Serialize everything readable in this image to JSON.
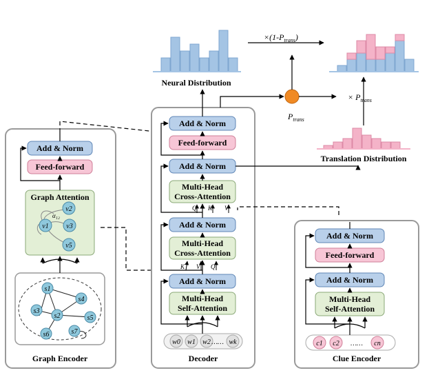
{
  "graph_encoder": {
    "title": "Graph Encoder",
    "add_norm": "Add & Norm",
    "feed_forward": "Feed-forward",
    "graph_attention": "Graph Attention",
    "att_nodes": [
      "v1",
      "v2",
      "v3",
      "v5"
    ],
    "att_edge_label": "α₁₂",
    "graph_nodes": [
      "s1",
      "s2",
      "s3",
      "s4",
      "s5",
      "s6",
      "s7"
    ]
  },
  "decoder": {
    "title": "Decoder",
    "add_norm_1": "Add & Norm",
    "self_attention": [
      "Multi-Head",
      "Self-Attention"
    ],
    "add_norm_2": "Add & Norm",
    "cross_attention_1": [
      "Multi-Head",
      "Cross-Attention"
    ],
    "qkv_1": [
      "K",
      "V",
      "Q"
    ],
    "add_norm_3": "Add & Norm",
    "cross_attention_2": [
      "Multi-Head",
      "Cross-Attention"
    ],
    "qkv_2": [
      "Q",
      "K",
      "V"
    ],
    "feed_forward": "Feed-forward",
    "add_norm_4": "Add & Norm",
    "input_tokens": [
      "w0",
      "w1",
      "w2",
      "wk"
    ],
    "ellipsis": "……"
  },
  "clue_encoder": {
    "title": "Clue Encoder",
    "add_norm_top": "Add & Norm",
    "feed_forward": "Feed-forward",
    "add_norm_bottom": "Add & Norm",
    "self_attention": [
      "Multi-Head",
      "Self-Attention"
    ],
    "input_tokens": [
      "c1",
      "c2",
      "cn"
    ],
    "ellipsis": "……"
  },
  "distributions": {
    "neural_label": "Neural Distribution",
    "translation_label": "Translation Distribution",
    "p_trans": "P",
    "p_trans_sub": "trans",
    "one_minus_prefix": "×(1-P",
    "one_minus_sub": "trans",
    "one_minus_suffix": ")",
    "times_prefix": "× P",
    "times_sub": "trans"
  },
  "chart_data": [
    {
      "type": "bar",
      "name": "neural",
      "values": [
        2,
        5,
        3,
        4,
        2,
        3,
        6,
        2
      ]
    },
    {
      "type": "bar",
      "name": "translation",
      "values": [
        1,
        2,
        3,
        6,
        4,
        3,
        2,
        2
      ]
    },
    {
      "type": "bar",
      "name": "final_neural_part",
      "values": [
        1,
        2,
        3,
        2,
        2,
        3,
        5,
        2
      ]
    },
    {
      "type": "bar",
      "name": "final_translation_part",
      "values": [
        0,
        1,
        2,
        4,
        2,
        1,
        1,
        0
      ]
    }
  ],
  "colors": {
    "blue_block": "#b9d0ea",
    "pink_block": "#f7c6d6",
    "green_block": "#e3efd6",
    "node": "#8fc8dc",
    "bar_blue": "#a4c4e4",
    "bar_pink": "#f4b3c8",
    "p_node": "#f08a24",
    "w_token": "#e3e3e3",
    "c_token": "#f7c6d6"
  }
}
